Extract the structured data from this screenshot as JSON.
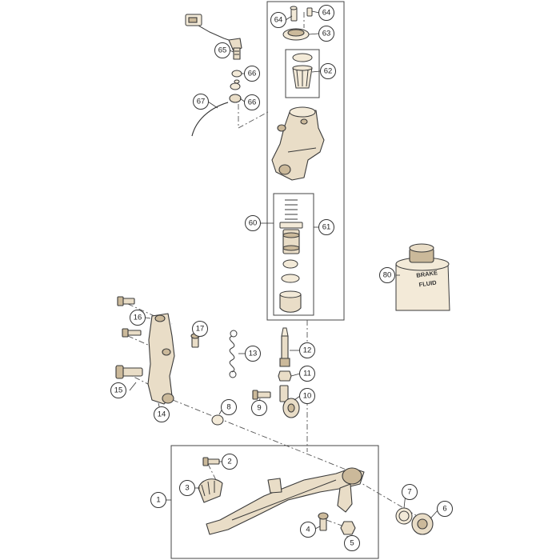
{
  "callouts": [
    {
      "id": "c64a",
      "label": "64"
    },
    {
      "id": "c64b",
      "label": "64"
    },
    {
      "id": "c63",
      "label": "63"
    },
    {
      "id": "c62",
      "label": "62"
    },
    {
      "id": "c65",
      "label": "65"
    },
    {
      "id": "c66a",
      "label": "66"
    },
    {
      "id": "c67",
      "label": "67"
    },
    {
      "id": "c66b",
      "label": "66"
    },
    {
      "id": "c60",
      "label": "60"
    },
    {
      "id": "c61",
      "label": "61"
    },
    {
      "id": "c80",
      "label": "80"
    },
    {
      "id": "c16",
      "label": "16"
    },
    {
      "id": "c17",
      "label": "17"
    },
    {
      "id": "c13",
      "label": "13"
    },
    {
      "id": "c12",
      "label": "12"
    },
    {
      "id": "c11",
      "label": "11"
    },
    {
      "id": "c15",
      "label": "15"
    },
    {
      "id": "c10",
      "label": "10"
    },
    {
      "id": "c9",
      "label": "9"
    },
    {
      "id": "c8",
      "label": "8"
    },
    {
      "id": "c14",
      "label": "14"
    },
    {
      "id": "c2",
      "label": "2"
    },
    {
      "id": "c3",
      "label": "3"
    },
    {
      "id": "c1",
      "label": "1"
    },
    {
      "id": "c7",
      "label": "7"
    },
    {
      "id": "c6",
      "label": "6"
    },
    {
      "id": "c4",
      "label": "4"
    },
    {
      "id": "c5",
      "label": "5"
    }
  ],
  "brake_fluid_label": {
    "line1": "BRAKE",
    "line2": "FLUID"
  }
}
